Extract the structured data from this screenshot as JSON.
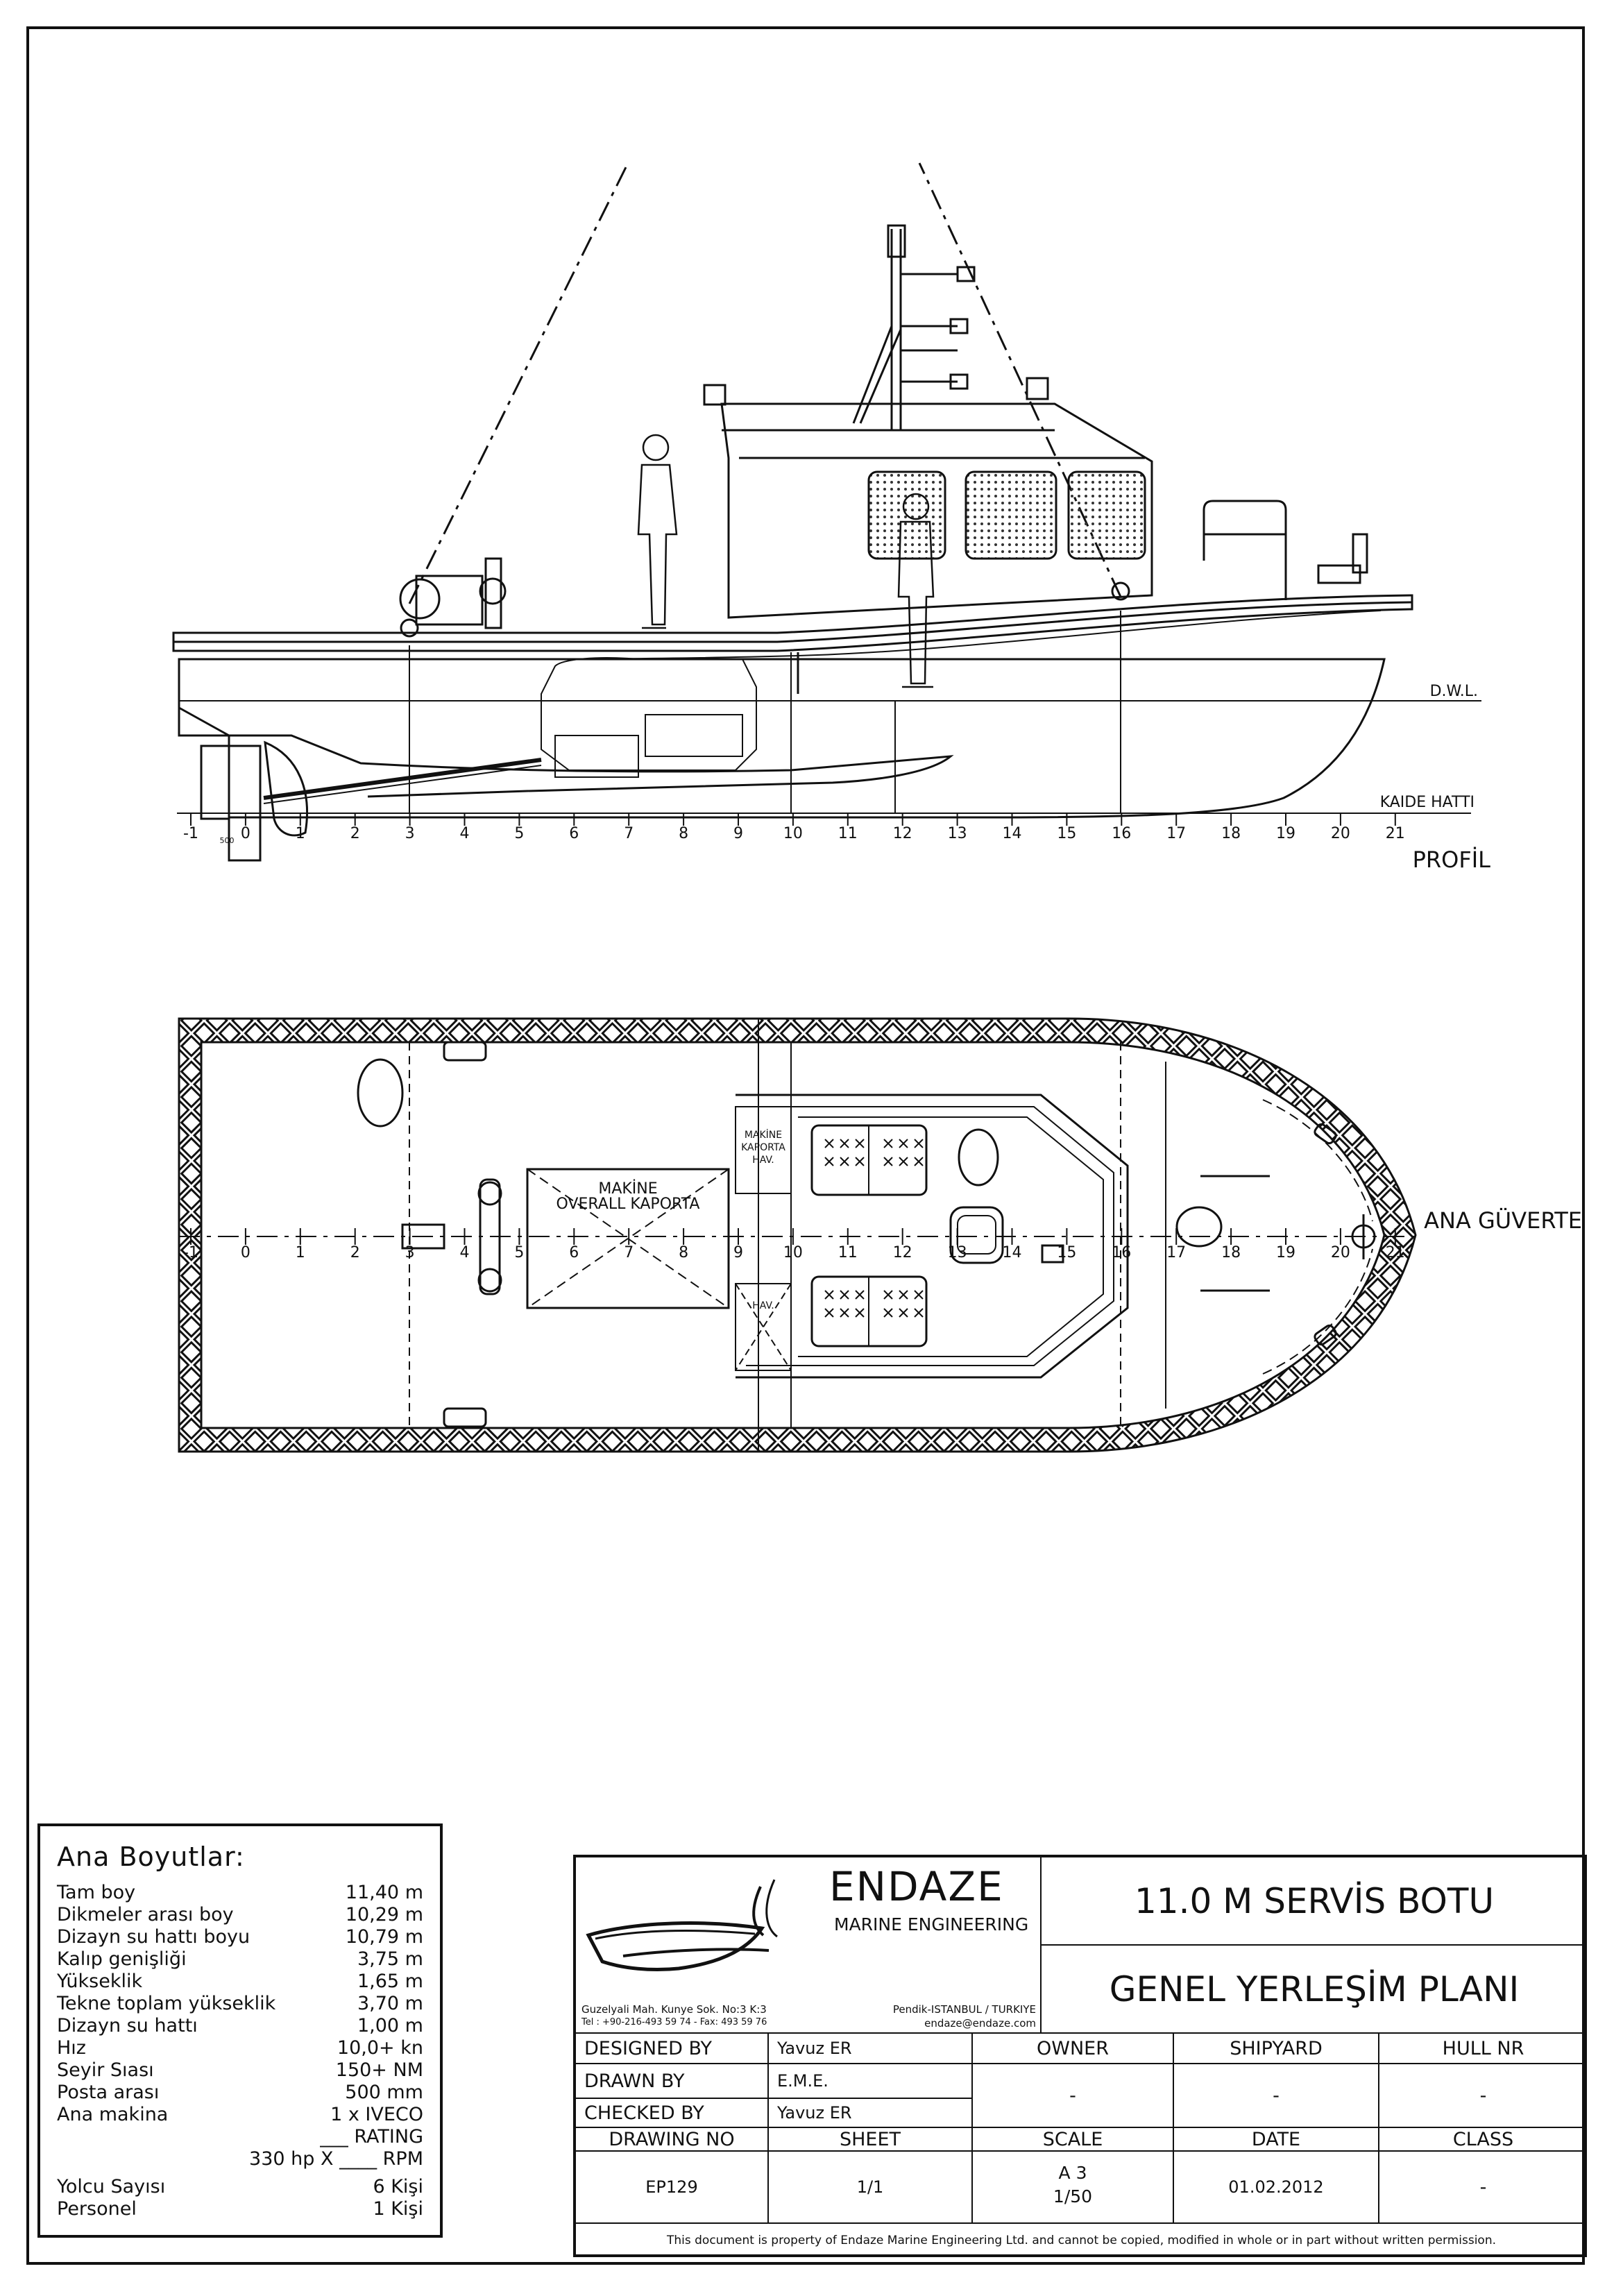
{
  "profile": {
    "view_title": "PROFİL",
    "dwl_label": "D.W.L.",
    "baseline_label": "KAIDE HATTI",
    "frame_numbers": [
      "-1",
      "0",
      "1",
      "2",
      "3",
      "4",
      "5",
      "6",
      "7",
      "8",
      "9",
      "10",
      "11",
      "12",
      "13",
      "14",
      "15",
      "16",
      "17",
      "18",
      "19",
      "20",
      "21"
    ],
    "small_label": "500"
  },
  "plan": {
    "view_title": "ANA GÜVERTE",
    "frame_numbers": [
      "-1",
      "0",
      "1",
      "2",
      "3",
      "4",
      "5",
      "6",
      "7",
      "8",
      "9",
      "10",
      "11",
      "12",
      "13",
      "14",
      "15",
      "16",
      "17",
      "18",
      "19",
      "20",
      "21"
    ],
    "engine_hatch_line1": "MAKİNE",
    "engine_hatch_line2": "OVERALL KAPORTA",
    "small_hatch_line1": "MAKİNE",
    "small_hatch_line2": "KAPORTA",
    "small_hatch_line3": "HAV.",
    "vent_label": "HAV."
  },
  "dimensions": {
    "title": "Ana Boyutlar:",
    "rows": [
      {
        "label": "Tam boy",
        "value": "11,40 m"
      },
      {
        "label": "Dikmeler arası boy",
        "value": "10,29 m"
      },
      {
        "label": "Dizayn su hattı boyu",
        "value": "10,79 m"
      },
      {
        "label": "Kalıp genişliği",
        "value": "3,75 m"
      },
      {
        "label": "Yükseklik",
        "value": "1,65 m"
      },
      {
        "label": "Tekne toplam yükseklik",
        "value": "3,70 m"
      },
      {
        "label": "Dizayn su hattı",
        "value": "1,00 m"
      },
      {
        "label": "Hız",
        "value": "10,0+ kn"
      },
      {
        "label": "Seyir Sıası",
        "value": "150+ NM"
      },
      {
        "label": "Posta arası",
        "value": "500 mm"
      },
      {
        "label": "Ana makina",
        "value": "1 x IVECO"
      }
    ],
    "rating_line1": "___ RATING",
    "rating_line2": "330 hp X ____ RPM",
    "rows2": [
      {
        "label": "Yolcu Sayısı",
        "value": "6 Kişi"
      },
      {
        "label": "Personel",
        "value": "1 Kişi"
      }
    ]
  },
  "title_block": {
    "company": "ENDAZE",
    "company_sub": "MARINE ENGINEERING",
    "address_left": "Guzelyali Mah. Kunye Sok. No:3 K:3",
    "address_right": "Pendik-ISTANBUL / TURKIYE",
    "phone": "Tel : +90-216-493 59 74 - Fax: 493 59 76",
    "email": "endaze@endaze.com",
    "project_title": "11.0 M SERVİS BOTU",
    "drawing_title": "GENEL YERLEŞİM PLANI",
    "designed_by_label": "DESIGNED BY",
    "designed_by": "Yavuz ER",
    "drawn_by_label": "DRAWN BY",
    "drawn_by": "E.M.E.",
    "checked_by_label": "CHECKED BY",
    "checked_by": "Yavuz ER",
    "owner_label": "OWNER",
    "owner": "-",
    "shipyard_label": "SHIPYARD",
    "shipyard": "-",
    "hull_label": "HULL NR",
    "hull": "-",
    "drawing_no_label": "DRAWING NO",
    "drawing_no": "EP129",
    "sheet_label": "SHEET",
    "sheet": "1/1",
    "scale_label": "SCALE",
    "scale_paper": "A 3",
    "scale_ratio": "1/50",
    "date_label": "DATE",
    "date": "01.02.2012",
    "class_label": "CLASS",
    "class_value": "-",
    "footer": "This document is property of  Endaze Marine Engineering Ltd. and cannot be copied, modified in whole or in part without written permission."
  }
}
